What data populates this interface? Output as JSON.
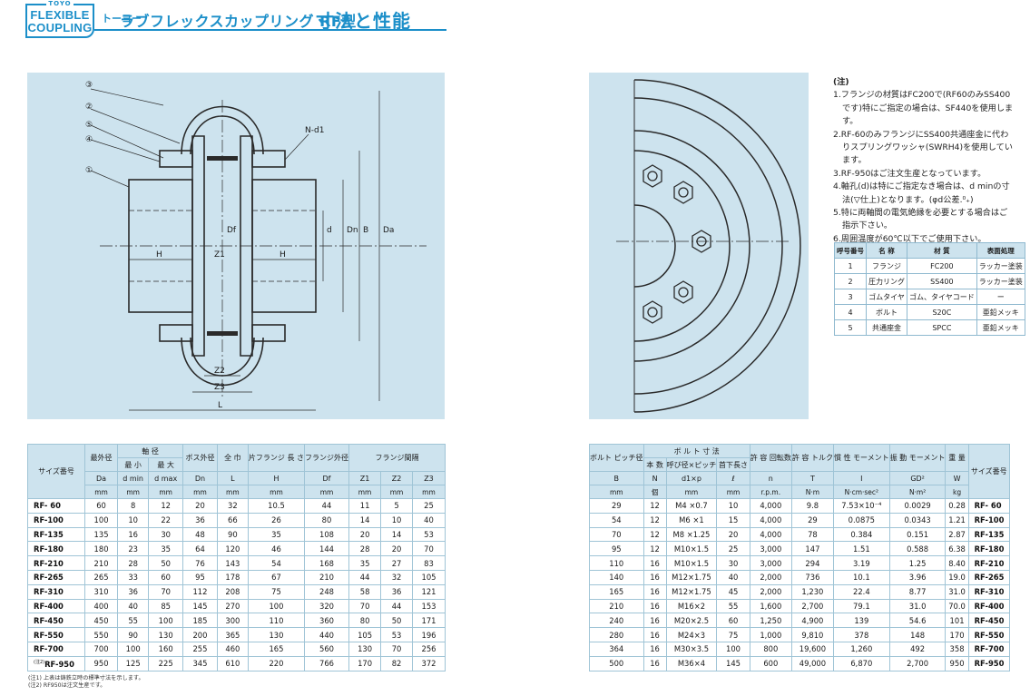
{
  "header": {
    "logo_brand": "TOYO",
    "logo_line1": "FLEXIBLE",
    "logo_line2": "COUPLING",
    "title_prefix": "トーヨー",
    "title_main": "ラブフレックスカップリング RF型",
    "title_suffix": "寸法と性能"
  },
  "drawing_left": {
    "callouts": [
      "③",
      "②",
      "⑤",
      "④",
      "①"
    ],
    "labels": [
      "N-d1",
      "d",
      "Dn",
      "B",
      "Da",
      "Df",
      "H",
      "H",
      "Z1",
      "Z2",
      "Z3",
      "L"
    ]
  },
  "notes": {
    "heading": "(注)",
    "items": [
      "1.フランジの材質はFC200で(RF60のみSS400です)特にご指定の場合は、SF440を使用します。",
      "2.RF-60のみフランジにSS400共通座金に代わりスプリングワッシャ(SWRH4)を使用しています。",
      "3.RF-950はご注文生産となっています。",
      "4.軸孔(d)は特にご指定なき場合は、d minの寸法(▽仕上)となります。(φd公差.⁰₊)",
      "5.特に両軸間の電気絶縁を必要とする場合はご指示下さい。",
      "6.周囲温度が60℃以下でご使用下さい。"
    ]
  },
  "parts_table": {
    "headers": [
      "呼号番号",
      "名 称",
      "材 質",
      "表面処理"
    ],
    "rows": [
      [
        "1",
        "フランジ",
        "FC200",
        "ラッカー塗装"
      ],
      [
        "2",
        "圧力リング",
        "SS400",
        "ラッカー塗装"
      ],
      [
        "3",
        "ゴムタイヤ",
        "ゴム、タイヤコード",
        "ー"
      ],
      [
        "4",
        "ボルト",
        "S20C",
        "亜鉛メッキ"
      ],
      [
        "5",
        "共通座金",
        "SPCC",
        "亜鉛メッキ"
      ]
    ]
  },
  "table_left": {
    "size_header": "サイズ番号",
    "h1": [
      "最外径",
      "軸 径",
      "ボス外径",
      "全 巾",
      "片フランジ 長 さ",
      "フランジ外径",
      "フランジ間隔"
    ],
    "h2": [
      "最 小",
      "最 大"
    ],
    "symbols": [
      "Da",
      "d min",
      "d max",
      "Dn",
      "L",
      "H",
      "Df",
      "Z1",
      "Z2",
      "Z3"
    ],
    "units": [
      "mm",
      "mm",
      "mm",
      "mm",
      "mm",
      "mm",
      "mm",
      "mm",
      "mm",
      "mm"
    ],
    "rows": [
      {
        "size": "RF- 60",
        "v": [
          "60",
          "8",
          "12",
          "20",
          "32",
          "10.5",
          "44",
          "11",
          "5",
          "25"
        ]
      },
      {
        "size": "RF-100",
        "v": [
          "100",
          "10",
          "22",
          "36",
          "66",
          "26",
          "80",
          "14",
          "10",
          "40"
        ]
      },
      {
        "size": "RF-135",
        "v": [
          "135",
          "16",
          "30",
          "48",
          "90",
          "35",
          "108",
          "20",
          "14",
          "53"
        ]
      },
      {
        "size": "RF-180",
        "v": [
          "180",
          "23",
          "35",
          "64",
          "120",
          "46",
          "144",
          "28",
          "20",
          "70"
        ]
      },
      {
        "size": "RF-210",
        "v": [
          "210",
          "28",
          "50",
          "76",
          "143",
          "54",
          "168",
          "35",
          "27",
          "83"
        ]
      },
      {
        "size": "RF-265",
        "v": [
          "265",
          "33",
          "60",
          "95",
          "178",
          "67",
          "210",
          "44",
          "32",
          "105"
        ]
      },
      {
        "size": "RF-310",
        "v": [
          "310",
          "36",
          "70",
          "112",
          "208",
          "75",
          "248",
          "58",
          "36",
          "121"
        ]
      },
      {
        "size": "RF-400",
        "v": [
          "400",
          "40",
          "85",
          "145",
          "270",
          "100",
          "320",
          "70",
          "44",
          "153"
        ]
      },
      {
        "size": "RF-450",
        "v": [
          "450",
          "55",
          "100",
          "185",
          "300",
          "110",
          "360",
          "80",
          "50",
          "171"
        ]
      },
      {
        "size": "RF-550",
        "v": [
          "550",
          "90",
          "130",
          "200",
          "365",
          "130",
          "440",
          "105",
          "53",
          "196"
        ]
      },
      {
        "size": "RF-700",
        "v": [
          "700",
          "100",
          "160",
          "255",
          "460",
          "165",
          "560",
          "130",
          "70",
          "256"
        ]
      },
      {
        "size": "RF-950",
        "prefix": "(注2)",
        "v": [
          "950",
          "125",
          "225",
          "345",
          "610",
          "220",
          "766",
          "170",
          "82",
          "372"
        ]
      }
    ]
  },
  "table_right": {
    "size_header": "サイズ番号",
    "h1": [
      "ボルト ピッチ径",
      "ボ ル ト 寸 法",
      "許 容 回転数",
      "許 容 トルク",
      "慣 性 モーメント",
      "振 動 モーメント",
      "重 量"
    ],
    "h2": [
      "本 数",
      "呼び径×ピッチ",
      "首下長さ"
    ],
    "symbols": [
      "B",
      "N",
      "d1×p",
      "ℓ",
      "n",
      "T",
      "I",
      "GD²",
      "W"
    ],
    "units": [
      "mm",
      "個",
      "mm",
      "mm",
      "r.p.m.",
      "N·m",
      "N·cm·sec²",
      "N·m²",
      "kg"
    ],
    "rows": [
      {
        "size": "RF- 60",
        "v": [
          "29",
          "12",
          "M4 ×0.7",
          "10",
          "4,000",
          "9.8",
          "7.53×10⁻⁴",
          "0.0029",
          "0.28"
        ]
      },
      {
        "size": "RF-100",
        "v": [
          "54",
          "12",
          "M6 ×1",
          "15",
          "4,000",
          "29",
          "0.0875",
          "0.0343",
          "1.21"
        ]
      },
      {
        "size": "RF-135",
        "v": [
          "70",
          "12",
          "M8 ×1.25",
          "20",
          "4,000",
          "78",
          "0.384",
          "0.151",
          "2.87"
        ]
      },
      {
        "size": "RF-180",
        "v": [
          "95",
          "12",
          "M10×1.5",
          "25",
          "3,000",
          "147",
          "1.51",
          "0.588",
          "6.38"
        ]
      },
      {
        "size": "RF-210",
        "v": [
          "110",
          "16",
          "M10×1.5",
          "30",
          "3,000",
          "294",
          "3.19",
          "1.25",
          "8.40"
        ]
      },
      {
        "size": "RF-265",
        "v": [
          "140",
          "16",
          "M12×1.75",
          "40",
          "2,000",
          "736",
          "10.1",
          "3.96",
          "19.0"
        ]
      },
      {
        "size": "RF-310",
        "v": [
          "165",
          "16",
          "M12×1.75",
          "45",
          "2,000",
          "1,230",
          "22.4",
          "8.77",
          "31.0"
        ]
      },
      {
        "size": "RF-400",
        "v": [
          "210",
          "16",
          "M16×2",
          "55",
          "1,600",
          "2,700",
          "79.1",
          "31.0",
          "70.0"
        ]
      },
      {
        "size": "RF-450",
        "v": [
          "240",
          "16",
          "M20×2.5",
          "60",
          "1,250",
          "4,900",
          "139",
          "54.6",
          "101"
        ]
      },
      {
        "size": "RF-550",
        "v": [
          "280",
          "16",
          "M24×3",
          "75",
          "1,000",
          "9,810",
          "378",
          "148",
          "170"
        ]
      },
      {
        "size": "RF-700",
        "v": [
          "364",
          "16",
          "M30×3.5",
          "100",
          "800",
          "19,600",
          "1,260",
          "492",
          "358"
        ]
      },
      {
        "size": "RF-950",
        "v": [
          "500",
          "16",
          "M36×4",
          "145",
          "600",
          "49,000",
          "6,870",
          "2,700",
          "950"
        ]
      }
    ]
  },
  "footnotes": [
    "(注1) 上表は鋳鉄立時の標準寸法を示します。",
    "(注2) RF950は注文生産です。"
  ]
}
